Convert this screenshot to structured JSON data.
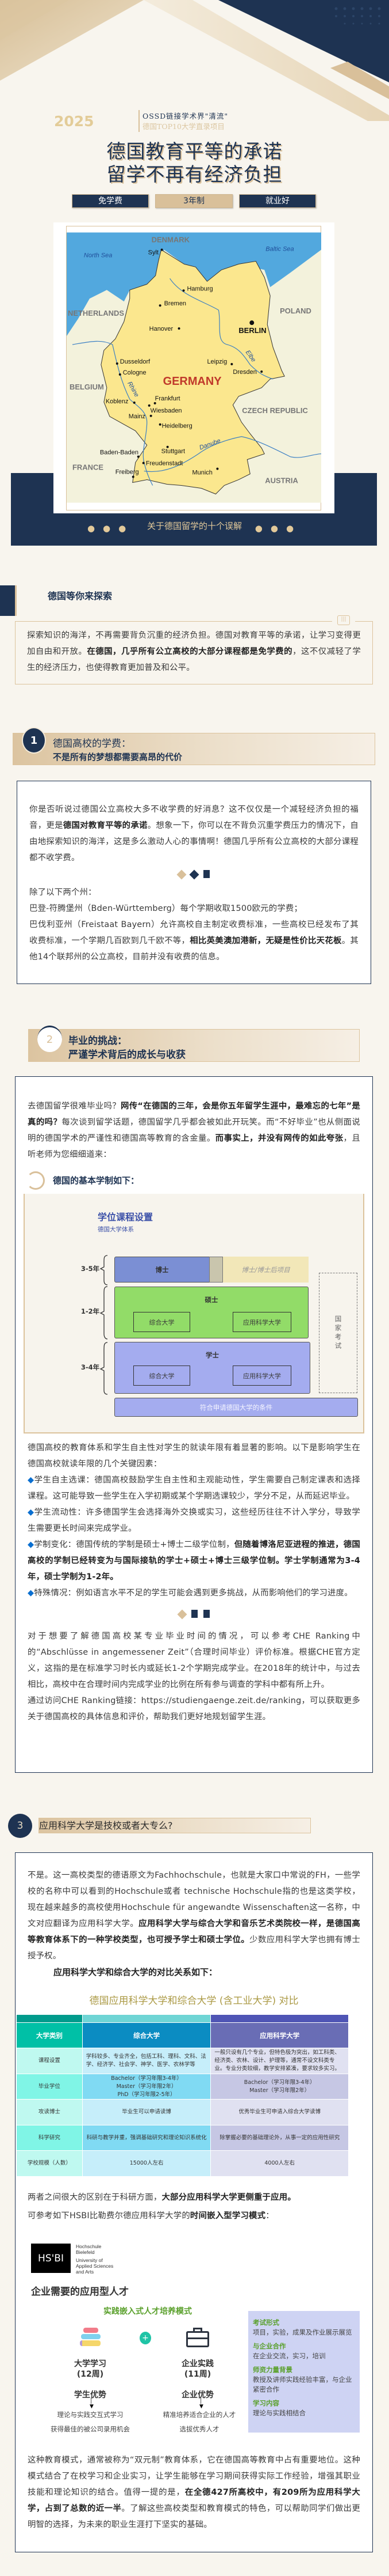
{
  "header": {
    "year": "2025",
    "tagline_main": "OSSD链接学术界\"清流\"",
    "tagline_sub": "德国TOP10大学直录项目",
    "title_line1": "德国教育平等的承诺",
    "title_line2": "留学不再有经济负担",
    "tags": [
      "免学费",
      "3年制",
      "就业好"
    ]
  },
  "map": {
    "countries": {
      "denmark": "DENMARK",
      "netherlands": "NETHERLANDS",
      "poland": "POLAND",
      "belgium": "BELGIUM",
      "czech": "CZECH REPUBLIC",
      "france": "FRANCE",
      "austria": "AUSTRIA",
      "germany": "GERMANY"
    },
    "seas": {
      "north": "North Sea",
      "baltic": "Baltic Sea"
    },
    "rivers": {
      "elbe": "Elbe",
      "rhine": "Rhine",
      "danube": "Danube"
    },
    "cities": {
      "sylt": "Sylt",
      "hamburg": "Hamburg",
      "bremen": "Bremen",
      "hanover": "Hanover",
      "berlin": "BERLIN",
      "leipzig": "Leipzig",
      "dresden": "Dresden",
      "dusseldorf": "Dusseldorf",
      "cologne": "Cologne",
      "koblenz": "Koblenz",
      "frankfurt": "Frankfurt",
      "wiesbaden": "Wiesbaden",
      "mainz": "Mainz",
      "heidelberg": "Heidelberg",
      "stuttgart": "Stuttgart",
      "baden": "Baden-Baden",
      "freudenstadt": "Freudenstadt",
      "freiberg": "Freiberg",
      "munich": "Munich"
    }
  },
  "banner": {
    "text": "关于德国留学的十个误解"
  },
  "explore": {
    "title": "德国等你来探索",
    "quote": [
      "探索知识的海洋，不再需要背负沉重的经济负担。德国对教育平等的承诺，让学习变得更加自由和开放。",
      "在德国，几乎所有公立高校的大部分课程都是免学费的",
      "，这不仅减轻了学生的经济压力，也使得教育更加普及和公平。"
    ]
  },
  "section1": {
    "number": "1",
    "title": "德国高校的学费：",
    "subtitle": "不是所有的梦想都需要高昂的代价",
    "p1": [
      "你是否听说过德国公立高校大多不收学费的好消息？这不仅仅是一个减轻经济负担的福音，更是",
      "德国对教育平等的承诺",
      "。想象一下，你可以在不背负沉重学费压力的情况下，自由地探索知识的海洋，这是多么激动人心的事情啊！德国几乎所有公立高校的大部分课程都不收学费。"
    ],
    "p2": "除了以下两个州：",
    "p3": "巴登-符腾堡州（Bden-Württemberg）每个学期收取1500欧元的学费；",
    "p4": [
      "巴伐利亚州（Freistaat Bayern）允许高校自主制定收费标准，一些高校已经发布了其收费标准，一个学期几百欧到几千欧不等，",
      "相比英美澳加港新，无疑是性价比天花板",
      "。其他14个联邦州的公立高校，目前并没有收费的信息。"
    ]
  },
  "section2": {
    "number": "2",
    "title": "毕业的挑战：",
    "subtitle": "严谨学术背后的成长与收获",
    "p1": [
      "去德国留学很难毕业吗？",
      "网传“在德国的三年，会是你五年留学生涯中，最难忘的七年”是真的吗？",
      "每次谈到留学话题，德国留学几乎都会被如此开玩笑。而“不好毕业”也从侧面说明的德国学术的严谨性和德国高等教育的含金量。",
      "而事实上，并没有网传的如此夸张",
      "，且听老师为您细细道来："
    ],
    "subheading": "德国的基本学制如下：",
    "diagram": {
      "title": "学位课程设置",
      "subtitle": "德国大学体系",
      "durations": [
        "3-5年",
        "1-2年",
        "3-4年"
      ],
      "phd": "博士",
      "phd_extra": "博士/博士后项目",
      "master": "硕士",
      "bachelor": "学士",
      "uni": "综合大学",
      "uas": "应用科学大学",
      "exam": "国家考试",
      "base": "符合申请德国大学的条件"
    },
    "p2": "德国高校的教育体系和学生自主性对学生的就读年限有着显著的影响。以下是影响学生在德国高校就读年限的几个关键因素：",
    "bullet_icon": "◆",
    "bullets": [
      [
        "学生自主选课：德国高校鼓励学生自主性和主观能动性，学生需要自己制定课表和选择课程。这可能导致一些学生在入学初期或某个学期选课较少，学分不足，从而延迟毕业。",
        ""
      ],
      [
        "学生流动性：许多德国学生会选择海外交换或实习，这些经历往往不计入学分，导致学生需要更长时间来完成学业。",
        ""
      ],
      [
        "学制变化：德国传统的学制是硕士+博士二级学位制，",
        "但随着博洛尼亚进程的推进，德国高校的学制已经转变为与国际接轨的学士+硕士+博士三级学位制。学士学制通常为3-4年，硕士学制为1-2年。"
      ],
      [
        "特殊情况：例如语言水平不足的学生可能会遇到更多挑战，从而影响他们的学习进度。",
        ""
      ]
    ],
    "p3": "对于想要了解德国高校某专业毕业时间的情况，可以参考CHE Ranking中的“Abschlüsse in angemessener Zeit”（合理时间毕业）评价标准。根据CHE官方定义，这指的是在标准学习时长内或延长1-2个学期完成学业。在2018年的统计中，与过去相比，高校中在合理时间内完成学业的比例在所有参与调查的学科中都有所上升。",
    "p4": [
      "通过访问CHE Ranking链接：",
      "https://studiengaenge.zeit.de/ranking",
      "，可以获取更多关于德国高校的具体信息和评价，帮助我们更好地规划留学生涯。"
    ]
  },
  "section3": {
    "number": "3",
    "title": "应用科学大学是技校或者大专么?",
    "p1": [
      "不是。这一高校类型的德语原文为Fachhochschule，也就是大家口中常说的FH，一些学校的名称中可以看到的Hochschule或者 technische Hochschule指的也是这类学校，现在越来越多的高校使用Hochschule für angewandte Wissenschaften这一名称，中文对应翻译为应用科学大学。",
      "应用科学大学与综合大学和音乐艺术类院校一样，是德国高等教育体系下的一种学校类型，也可授予学士和硕士学位。",
      "少数应用科学大学也拥有博士授予权。"
    ],
    "subheading": "应用科学大学和综合大学的对比关系如下：",
    "table": {
      "title": "德国应用科学大学和综合大学 (含工业大学) 对比",
      "headers": [
        "大学类别",
        "综合大学",
        "应用科学大学"
      ],
      "rows": [
        [
          "课程设置",
          "学科较多、专业齐全，包括工科、理科、文科、法学、经济学、社会学、神学、医学、农林学等",
          "一般只设有几个专业，但特色极为突出，如工科类、经济类、农林、设计、护理等，通常不设文科类专业。专业分类较细，教学安排紧凑，要求较多实习。"
        ],
        [
          "毕业学位",
          "Bachelor（学习年限3-4年）\nMaster（学习年限2年）\nPhD（学习年限2-5年）",
          "Bachelor（学习年限3-4年）\nMaster（学习年限2年）"
        ],
        [
          "攻读博士",
          "毕业生可以申请读博",
          "优秀毕业生可申请入综合大学读博"
        ],
        [
          "科学研究",
          "科研与教学并重，强调基础研究和理论知识系统化",
          "除掌握必要的基础理论外，从事一定的应用性研究"
        ],
        [
          "学校规模（人数）",
          "15000人左右",
          "4000人左右"
        ]
      ]
    },
    "p2": [
      "两者之间很大的区别在于科研方面，",
      "大部分应用科学大学更侧重于应用。"
    ],
    "p3": [
      "可参考如下HSBI比勒费尔德应用科学大学的",
      "时间嵌入型学习模式",
      "："
    ],
    "hsbi": {
      "logo": "HS'BI",
      "name_lines": [
        "Hochschule",
        "Bielefeld",
        "University of",
        "Applied Sciences",
        "and Arts"
      ],
      "heading": "企业需要的应用型人才",
      "model": "实践嵌入式人才培养模式",
      "study": "大学学习",
      "study_weeks": "(12周)",
      "work": "企业实践",
      "work_weeks": "(11周)",
      "student_adv": "学生优势",
      "company_adv": "企业优势",
      "student_items": [
        "理论与实践交互式学习",
        "获得最佳的被公司录用机会"
      ],
      "company_items": [
        "精准培养适合企业的人才",
        "选拔优秀人才"
      ],
      "panel": [
        {
          "title": "考试形式",
          "text": "项目，实验，成果及作业展示展览"
        },
        {
          "title": "与企业合作",
          "text": "在企业交流，实习，培训"
        },
        {
          "title": "师资力量背景",
          "text": "教授及讲师实践经验丰富，与企业紧密合作"
        },
        {
          "title": "学习内容",
          "text": "理论与实践相结合"
        }
      ]
    },
    "p4": [
      "这种教育模式，通常被称为“双元制”教育体系，它在德国高等教育中占有重要地位。这种模式结合了在校学习和企业实习，让学生能够在学习期间获得实际工作经验，增强其职业技能和理论知识的结合。值得一提的是，",
      "在全德427所高校中，有209所为应用科学大学，占到了总数的近一半",
      "。了解这些高校类型和教育模式的特色，可以帮助同学们做出更明智的选择，为未来的职业生涯打下坚实的基础。"
    ]
  },
  "colors": {
    "navy": "#1e3352",
    "gold": "#d9c09a",
    "background": "#f8f5ee"
  }
}
